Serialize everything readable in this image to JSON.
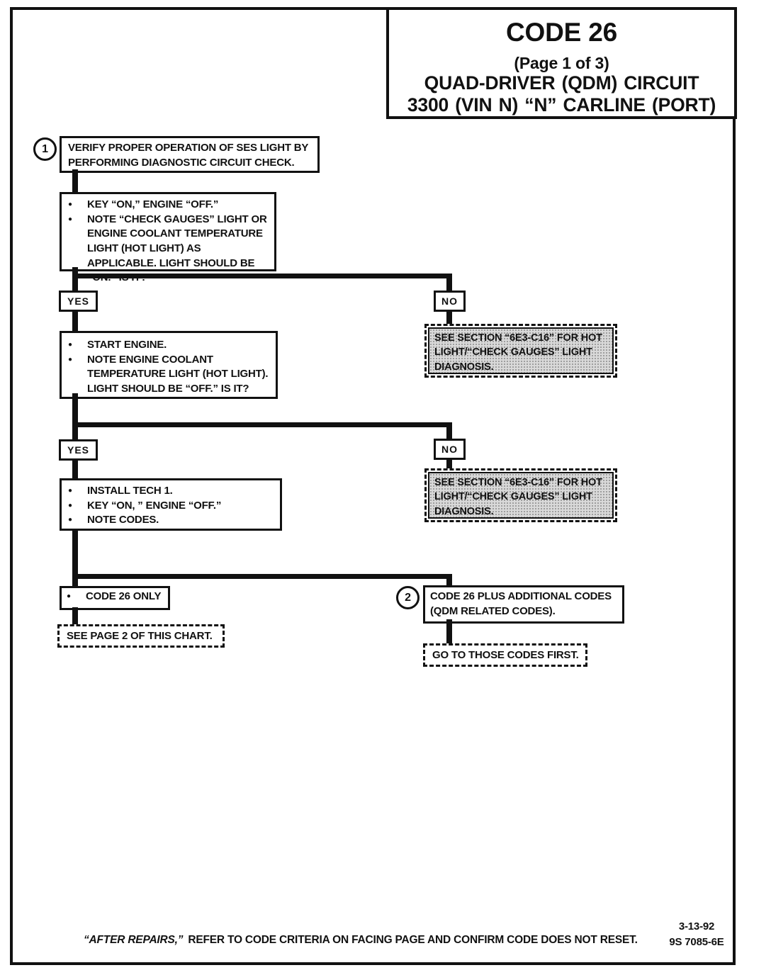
{
  "colors": {
    "ink": "#111111",
    "paper": "#ffffff",
    "shade_fill": "#d9d9d9"
  },
  "glyphs": {
    "bullet": "●"
  },
  "title": {
    "code": "CODE 26",
    "page": "(Page 1 of 3)",
    "subtitle1": "QUAD-DRIVER (QDM) CIRCUIT",
    "subtitle2": "3300 (VIN N) “N” CARLINE (PORT)"
  },
  "badges": {
    "step1": "1",
    "step2": "2"
  },
  "boxes": {
    "verify": {
      "text": "VERIFY PROPER OPERATION OF SES LIGHT BY PERFORMING DIAGNOSTIC CIRCUIT CHECK."
    },
    "check_light": {
      "bullets": [
        "KEY “ON,” ENGINE “OFF.”",
        "NOTE “CHECK GAUGES” LIGHT OR ENGINE COOLANT TEMPERATURE LIGHT (HOT LIGHT) AS APPLICABLE. LIGHT SHOULD BE “ON.” IS IT?"
      ]
    },
    "branch1": {
      "yes": "YES",
      "no": "NO"
    },
    "see_section1": {
      "text": "SEE SECTION “6E3-C16” FOR HOT LIGHT/“CHECK GAUGES” LIGHT DIAGNOSIS."
    },
    "start_engine": {
      "bullets": [
        "START ENGINE.",
        "NOTE ENGINE COOLANT TEMPERATURE LIGHT (HOT LIGHT). LIGHT SHOULD BE “OFF.” IS IT?"
      ]
    },
    "branch2": {
      "yes": "YES",
      "no": "NO"
    },
    "see_section2": {
      "text": "SEE SECTION “6E3-C16” FOR HOT LIGHT/“CHECK GAUGES” LIGHT DIAGNOSIS."
    },
    "install_tech1": {
      "bullets": [
        "INSTALL TECH 1.",
        "KEY “ON, ” ENGINE “OFF.”",
        "NOTE CODES."
      ]
    },
    "code26_only": {
      "text": "CODE 26 ONLY"
    },
    "see_page2": {
      "text": "SEE PAGE 2 OF THIS CHART."
    },
    "code26_plus": {
      "text": "CODE 26 PLUS ADDITIONAL CODES (QDM RELATED CODES)."
    },
    "go_to_codes": {
      "text": "GO TO THOSE CODES FIRST."
    }
  },
  "footer": {
    "after_repairs": "“AFTER REPAIRS,”",
    "note": "REFER TO CODE CRITERIA ON FACING PAGE AND CONFIRM CODE DOES NOT RESET.",
    "date": "3-13-92",
    "doc_number": "9S 7085-6E"
  }
}
